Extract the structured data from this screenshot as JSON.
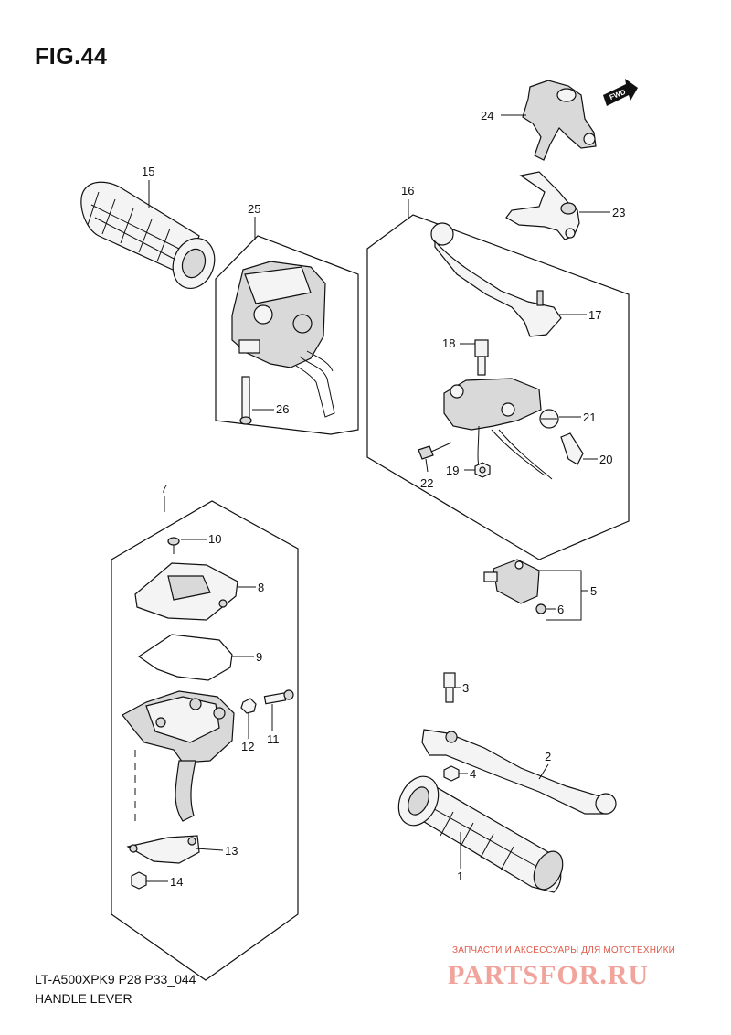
{
  "figure": {
    "title": "FIG.44"
  },
  "footer": {
    "model_code": "LT-A500XPK9 P28 P33_044",
    "section": "HANDLE LEVER"
  },
  "watermark": {
    "tagline": "ЗАПЧАСТИ И АКСЕССУАРЫ ДЛЯ МОТОТЕХНИКИ",
    "brand": "PARTSFOR.RU"
  },
  "arrow": {
    "label": "FWD"
  },
  "callouts": {
    "c1": "1",
    "c2": "2",
    "c3": "3",
    "c4": "4",
    "c5": "5",
    "c6": "6",
    "c7": "7",
    "c8": "8",
    "c9": "9",
    "c10": "10",
    "c11": "11",
    "c12": "12",
    "c13": "13",
    "c14": "14",
    "c15": "15",
    "c16": "16",
    "c17": "17",
    "c18": "18",
    "c19": "19",
    "c20": "20",
    "c21": "21",
    "c22": "22",
    "c23": "23",
    "c24": "24",
    "c25": "25",
    "c26": "26"
  }
}
